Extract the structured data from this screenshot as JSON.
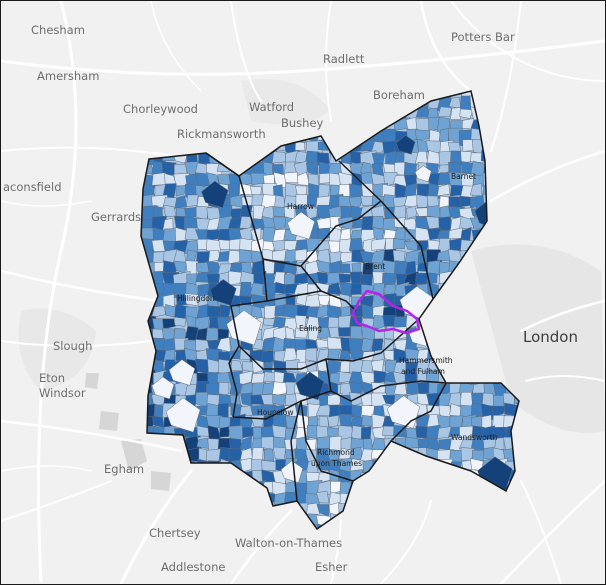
{
  "map": {
    "places": {
      "chesham": "Chesham",
      "potters_bar": "Potters Bar",
      "radlett": "Radlett",
      "amersham": "Amersham",
      "chorleywood": "Chorleywood",
      "watford": "Watford",
      "bushey": "Bushey",
      "boreham": "Boreham",
      "rickmansworth": "Rickmansworth",
      "beaconsfield": "aconsfield",
      "gerrards": "Gerrards",
      "slough": "Slough",
      "eton": "Eton",
      "windsor": "Windsor",
      "egham": "Egham",
      "chertsey": "Chertsey",
      "walton": "Walton-on-Thames",
      "addlestone": "Addlestone",
      "esher": "Esher",
      "london": "London"
    },
    "boroughs": {
      "harrow": "Harrow",
      "barnet": "Barnet",
      "brent": "Brent",
      "hillingdon": "Hillingdon",
      "ealing": "Ealing",
      "hammersmith_line1": "Hammersmith",
      "hammersmith_line2": "and Fulham",
      "hounslow": "Hounslow",
      "richmond_line1": "Richmond",
      "richmond_line2": "upon Thames",
      "wandsworth": "Wandsworth"
    },
    "colors": {
      "background": "#f1f1f1",
      "road": "#ffffff",
      "water": "#d6d6d6",
      "borough_border": "#1a1a1a",
      "area_border": "#5f6b7a",
      "highlight": "#b326e8",
      "choropleth_scale": [
        "#f2f5fb",
        "#d6e3f3",
        "#a9c6e4",
        "#6fa3d3",
        "#3f7fc0",
        "#2561a6",
        "#15417b"
      ]
    }
  }
}
